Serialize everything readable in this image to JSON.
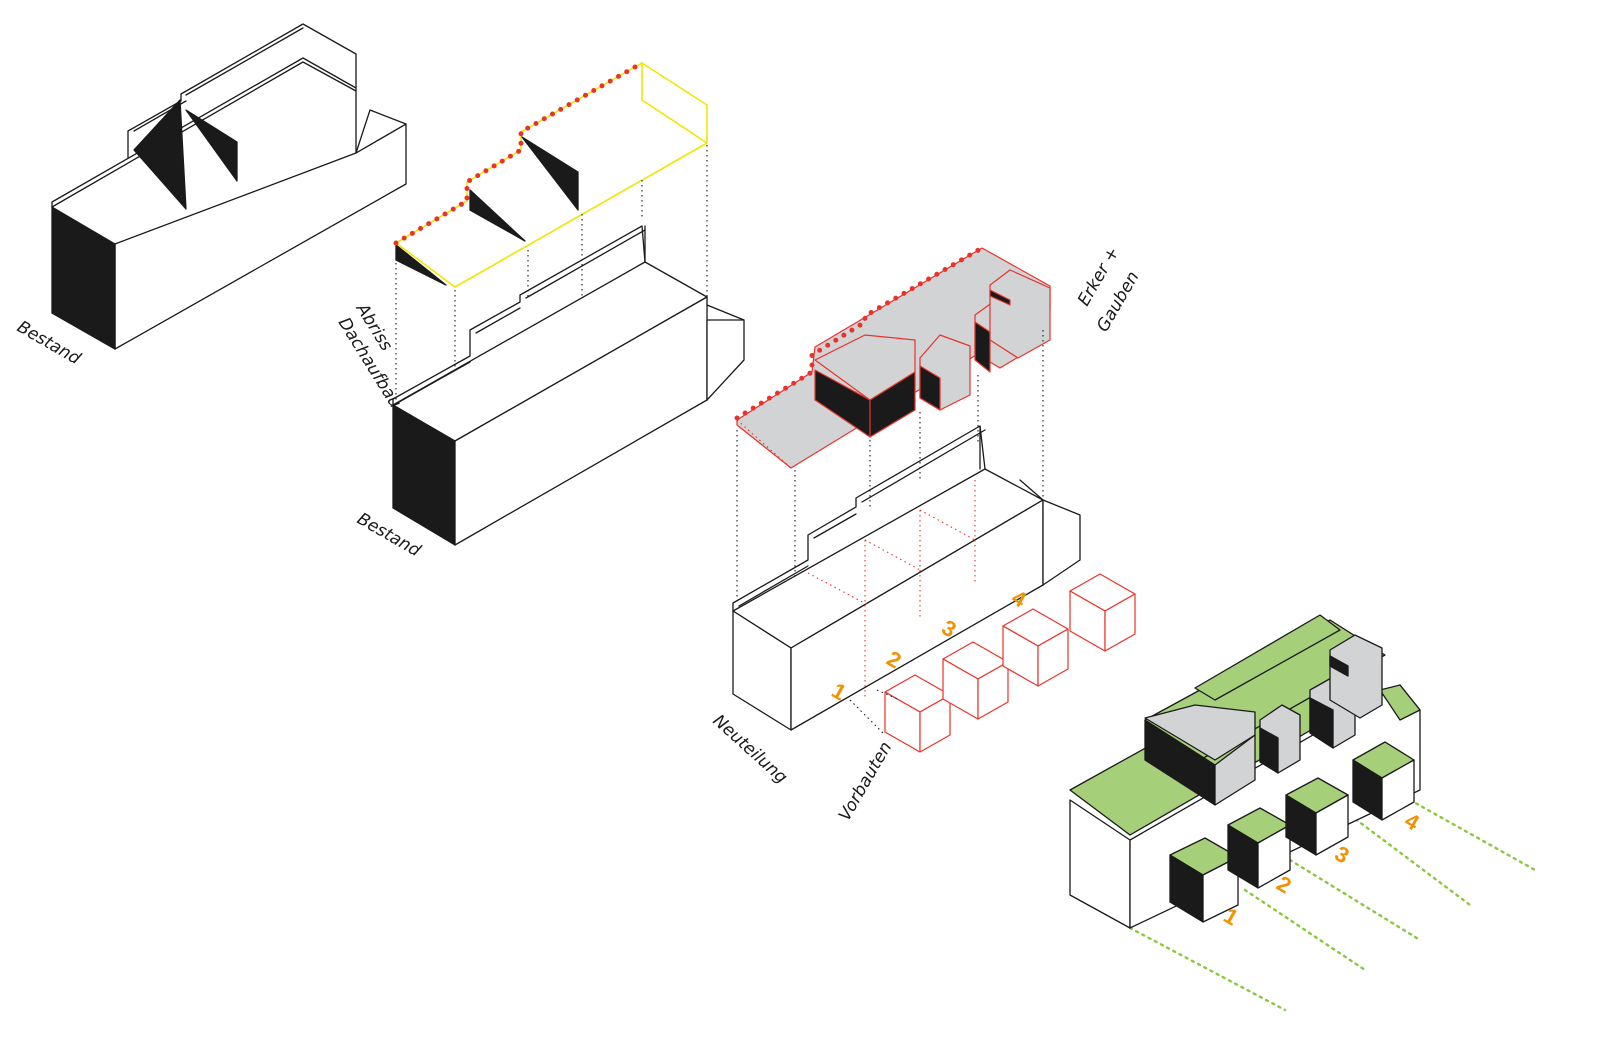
{
  "labels": {
    "bestand_1": "Bestand",
    "abriss_line1": "Abriss",
    "abriss_line2": "Dachaufbau",
    "bestand_2": "Bestand",
    "erker_line1": "Erker +",
    "erker_line2": "Gauben",
    "neuteilung": "Neuteilung",
    "vorbauten": "Vorbauten"
  },
  "unit_numbers_stage3": [
    "1",
    "2",
    "3",
    "4"
  ],
  "unit_numbers_stage4": [
    "1",
    "2",
    "3",
    "4"
  ],
  "colors": {
    "solid_face": "#1a1a1a",
    "outline": "#1a1a1a",
    "highlight_yellow": "#f2e600",
    "demolition_red": "#e8332a",
    "roof_grey": "#d2d3d5",
    "green_roof": "#a6cf7a",
    "unit_number_orange": "#f39200",
    "garden_line_green": "#8cc63f"
  }
}
